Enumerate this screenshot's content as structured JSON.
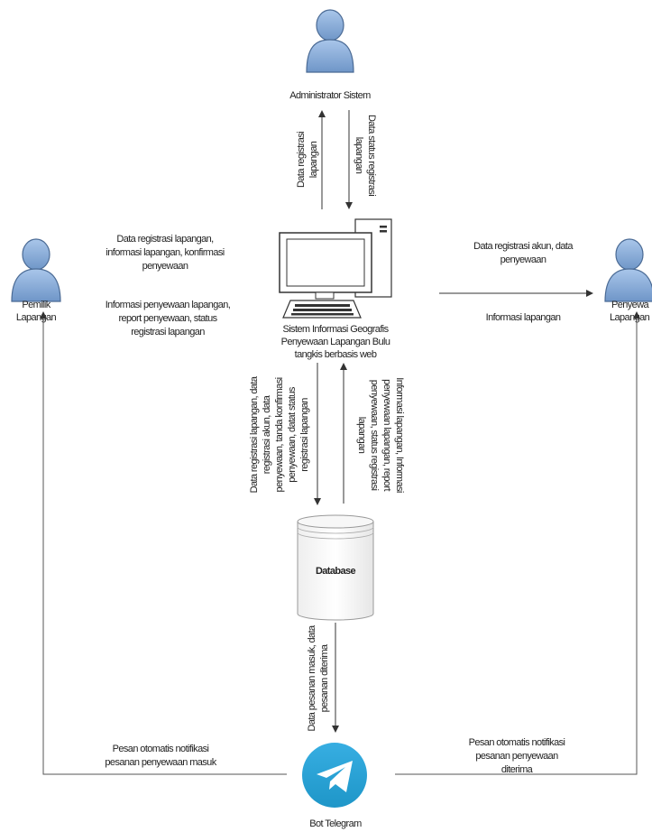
{
  "actors": {
    "admin": "Administrator Sistem",
    "owner_line1": "Pemilik",
    "owner_line2": "Lapangan",
    "renter_line1": "Penyewa",
    "renter_line2": "Lapangan"
  },
  "system": {
    "line1": "Sistem Informasi Geografis",
    "line2": "Penyewaan Lapangan Bulu",
    "line3": "tangkis berbasis web"
  },
  "database": {
    "label": "Database"
  },
  "bot": {
    "label": "Bot Telegram"
  },
  "flows": {
    "admin_to_system_1": "Data registrasi",
    "admin_to_system_2": "lapangan",
    "system_to_admin_1": "Data status registrasi",
    "system_to_admin_2": "lapangan",
    "owner_to_system_1": "Data registrasi lapangan,",
    "owner_to_system_2": "informasi lapangan, konfirmasi",
    "owner_to_system_3": "penyewaan",
    "system_to_owner_1": "Informasi penyewaan lapangan,",
    "system_to_owner_2": "report penyewaan, status",
    "system_to_owner_3": "registrasi lapangan",
    "renter_to_system_1": "Data registrasi akun, data",
    "renter_to_system_2": "penyewaan",
    "system_to_renter_1": "Informasi lapangan",
    "system_to_db_1": "Data registrasi lapangan, data",
    "system_to_db_2": "registrasi akun, data",
    "system_to_db_3": "penyewaan, tanda konfirmasi",
    "system_to_db_4": "penyewaan, datat status",
    "system_to_db_5": "registrasi lapangan",
    "db_to_system_1": "Informasi lapangan, Informasi",
    "db_to_system_2": "penyewaan lapangan, report",
    "db_to_system_3": "penyewaan, status registrasi",
    "db_to_system_4": "lapangan",
    "db_to_bot_1": "Data pesanan masuk, data",
    "db_to_bot_2": "pesanan diterima",
    "bot_to_owner_1": "Pesan otomatis notifikasi",
    "bot_to_owner_2": "pesanan penyewaan masuk",
    "bot_to_renter_1": "Pesan otomatis notifikasi",
    "bot_to_renter_2": "pesanan penyewaan",
    "bot_to_renter_3": "diterima"
  },
  "colors": {
    "actor_fill": "#8fb2dc",
    "actor_stroke": "#4a6a94",
    "telegram": "#2ca5e0",
    "line": "#444444"
  }
}
